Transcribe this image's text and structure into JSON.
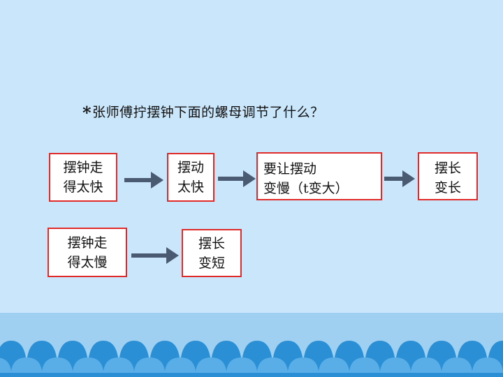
{
  "question": {
    "star": "*",
    "text": "张师傅拧摆钟下面的螺母调节了什么？"
  },
  "row1": {
    "box1": {
      "line1": "摆钟走",
      "line2": "得太快"
    },
    "box2": {
      "line1": "摆动",
      "line2": "太快"
    },
    "box3": {
      "line1": "要让摆动",
      "line2": "变慢（t变大）"
    },
    "box4": {
      "line1": "摆长",
      "line2": "变长"
    }
  },
  "row2": {
    "box1": {
      "line1": "摆钟走",
      "line2": "得太慢"
    },
    "box2": {
      "line1": "摆长",
      "line2": "变短"
    }
  },
  "colors": {
    "background": "#c9e6fb",
    "box_border": "#e02a2a",
    "arrow": "#4a5a70",
    "band": "#9fd0f2",
    "wave_dark": "#2b8fd6",
    "wave_light": "#5aaee8"
  }
}
